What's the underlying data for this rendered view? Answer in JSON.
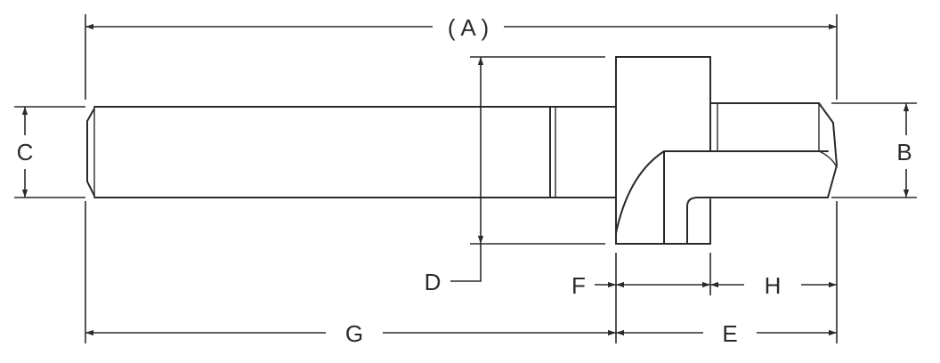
{
  "labels": {
    "A": "( A )",
    "B": "B",
    "C": "C",
    "D": "D",
    "E": "E",
    "F": "F",
    "G": "G",
    "H": "H"
  },
  "colors": {
    "line": "#2a2a2a",
    "background": "#ffffff"
  }
}
